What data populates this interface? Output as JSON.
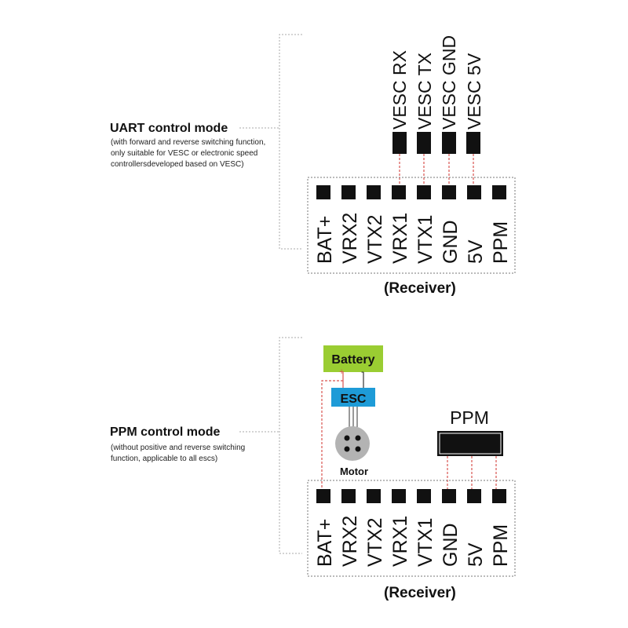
{
  "uart": {
    "title": "UART control mode",
    "desc_lines": [
      "(with forward and reverse switching function,",
      "only suitable for VESC or electronic speed",
      "controllersdeveloped based on VESC)"
    ],
    "wire_labels": [
      "VESC RX",
      "VESC TX",
      "VESC GND",
      "VESC 5V"
    ],
    "pins": [
      "BAT+",
      "VRX2",
      "VTX2",
      "VRX1",
      "VTX1",
      "GND",
      "5V",
      "PPM"
    ],
    "receiver_label": "(Receiver)"
  },
  "ppm": {
    "title": "PPM control mode",
    "desc_lines": [
      "(without positive and reverse switching",
      "function, applicable to all escs)"
    ],
    "battery_label": "Battery",
    "battery_plus": "+",
    "battery_minus": "-",
    "esc_label": "ESC",
    "motor_label": "Motor",
    "ppm_connector_label": "PPM",
    "pins": [
      "BAT+",
      "VRX2",
      "VTX2",
      "VRX1",
      "VTX1",
      "GND",
      "5V",
      "PPM"
    ],
    "receiver_label": "(Receiver)"
  },
  "colors": {
    "battery": "#9acd32",
    "esc": "#1e9bd7",
    "wire": "#d9534f",
    "pin": "#111111",
    "motor": "#b3b3b3"
  }
}
